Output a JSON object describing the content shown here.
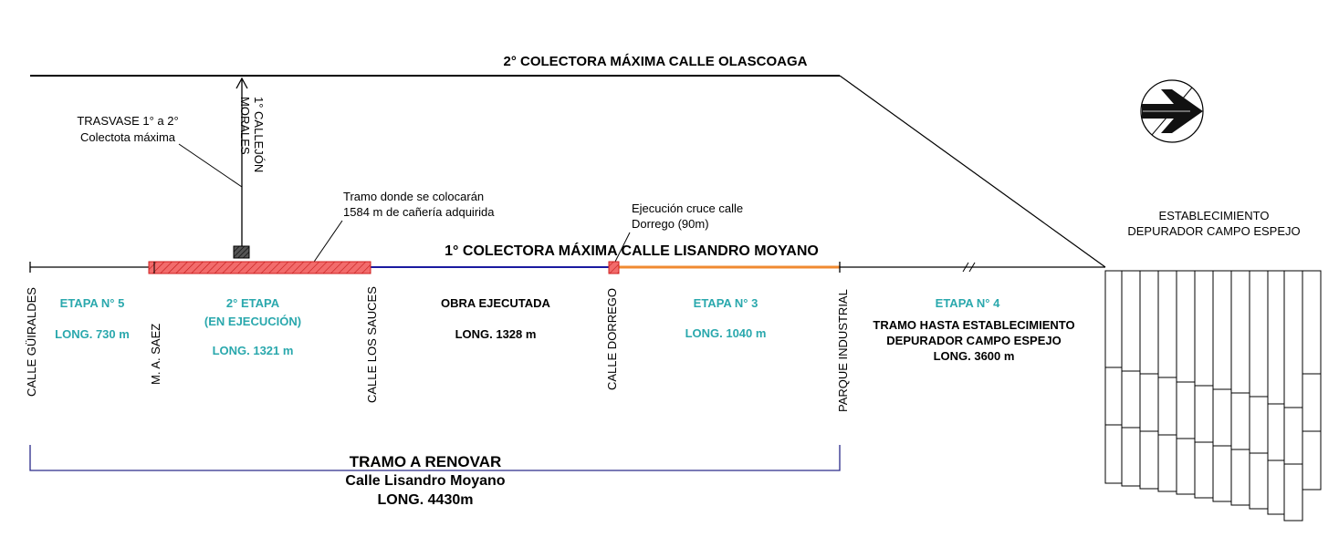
{
  "title_olascoaga": "2° COLECTORA MÁXIMA CALLE OLASCOAGA",
  "title_moyano": "1° COLECTORA MÁXIMA CALLE LISANDRO MOYANO",
  "trasvase": {
    "line1": "TRASVASE 1° a 2°",
    "line2": "Colectota máxima"
  },
  "callejon": {
    "line1": "1° CALLEJÓN",
    "line2": "MORALES"
  },
  "tramo_note": {
    "line1": "Tramo donde se colocarán",
    "line2": "1584 m de cañería adquirida"
  },
  "cruce_note": {
    "line1": "Ejecución cruce calle",
    "line2": "Dorrego (90m)"
  },
  "establecimiento": {
    "line1": "ESTABLECIMIENTO",
    "line2": "DEPURADOR CAMPO ESPEJO"
  },
  "streets": {
    "guiraldes": "CALLE GÜIRALDES",
    "saez": "M. A. SAEZ",
    "sauces": "CALLE LOS SAUCES",
    "dorrego": "CALLE DORREGO",
    "parque": "PARQUE INDUSTRIAL"
  },
  "etapa5": {
    "title": "ETAPA N° 5",
    "long": "LONG. 730 m"
  },
  "etapa2": {
    "title": "2° ETAPA",
    "status": "(EN EJECUCIÓN)",
    "long": "LONG. 1321 m"
  },
  "obra": {
    "title": "OBRA EJECUTADA",
    "long": "LONG. 1328 m"
  },
  "etapa3": {
    "title": "ETAPA  N° 3",
    "long": "LONG. 1040 m"
  },
  "etapa4": {
    "title": "ETAPA  N° 4",
    "line1": "TRAMO HASTA ESTABLECIMIENTO",
    "line2": "DEPURADOR CAMPO ESPEJO",
    "long": "LONG. 3600 m"
  },
  "renovar": {
    "title": "TRAMO A RENOVAR",
    "street": "Calle Lisandro Moyano",
    "long": "LONG. 4430m"
  },
  "colors": {
    "line": "#000000",
    "executed": "#1a1aa0",
    "stage3": "#f08a30",
    "hatch": "#e8393f",
    "hatch_fill": "#f26b6b",
    "teal": "#2aa8ad",
    "bracket": "#2a2a8a"
  },
  "icons": {
    "north": "north-arrow-icon"
  }
}
